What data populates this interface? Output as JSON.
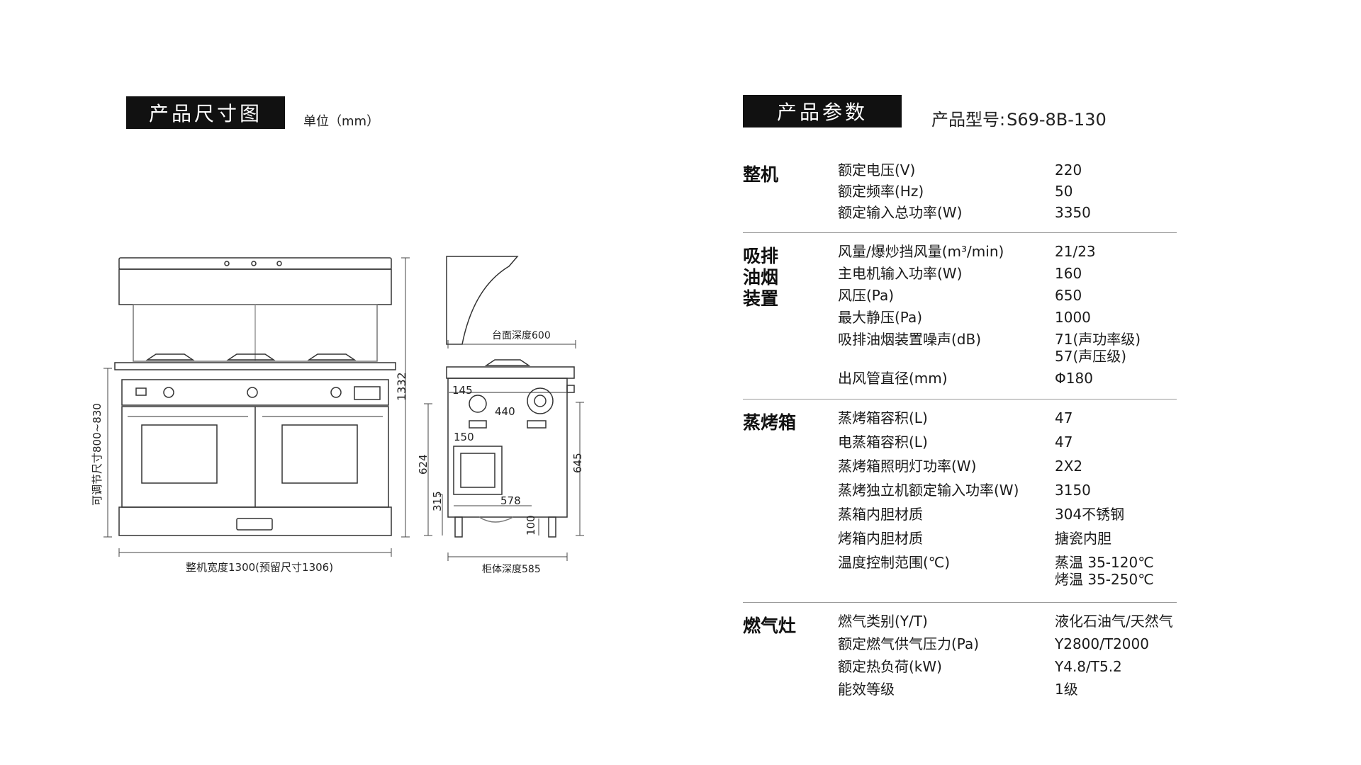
{
  "left": {
    "title": "产品尺寸图",
    "unit": "单位（mm）",
    "dims": {
      "adjustable_height": "可调节尺寸800~830",
      "total_width": "整机宽度1300(预留尺寸1306)",
      "height": "1332",
      "counter_depth": "台面深度600",
      "cabinet_depth": "柜体深度585",
      "d145": "145",
      "d440": "440",
      "d150": "150",
      "d624": "624",
      "d315": "315",
      "d578": "578",
      "d645": "645",
      "d100": "100"
    }
  },
  "right": {
    "title": "产品参数",
    "model_label": "产品型号:",
    "model_value": "S69-8B-130"
  },
  "specs": [
    {
      "category": "整机",
      "rows": [
        {
          "label": "额定电压(V)",
          "value": "220"
        },
        {
          "label": "额定频率(Hz)",
          "value": "50"
        },
        {
          "label": "额定输入总功率(W)",
          "value": "3350"
        }
      ]
    },
    {
      "category": "吸排\n油烟\n装置",
      "rows": [
        {
          "label": "风量/爆炒挡风量(m³/min)",
          "value": "21/23"
        },
        {
          "label": "主电机输入功率(W)",
          "value": "160"
        },
        {
          "label": "风压(Pa)",
          "value": "650"
        },
        {
          "label": "最大静压(Pa)",
          "value": "1000"
        },
        {
          "label": "吸排油烟装置噪声(dB)",
          "value": "71(声功率级)\n57(声压级)"
        },
        {
          "label": "出风管直径(mm)",
          "value": "Φ180"
        }
      ]
    },
    {
      "category": "蒸烤箱",
      "rows": [
        {
          "label": "蒸烤箱容积(L)",
          "value": "47"
        },
        {
          "label": "电蒸箱容积(L)",
          "value": "47"
        },
        {
          "label": "蒸烤箱照明灯功率(W)",
          "value": "2X2"
        },
        {
          "label": "蒸烤独立机额定输入功率(W)",
          "value": "3150"
        },
        {
          "label": "蒸箱内胆材质",
          "value": "304不锈钢"
        },
        {
          "label": "烤箱内胆材质",
          "value": "搪瓷内胆"
        },
        {
          "label": "温度控制范围(℃)",
          "value": "蒸温 35-120℃\n烤温 35-250℃"
        }
      ]
    },
    {
      "category": "燃气灶",
      "rows": [
        {
          "label": "燃气类别(Y/T)",
          "value": "液化石油气/天然气"
        },
        {
          "label": "额定燃气供气压力(Pa)",
          "value": "Y2800/T2000"
        },
        {
          "label": "额定热负荷(kW)",
          "value": "Y4.8/T5.2"
        },
        {
          "label": "能效等级",
          "value": "1级"
        }
      ]
    }
  ]
}
